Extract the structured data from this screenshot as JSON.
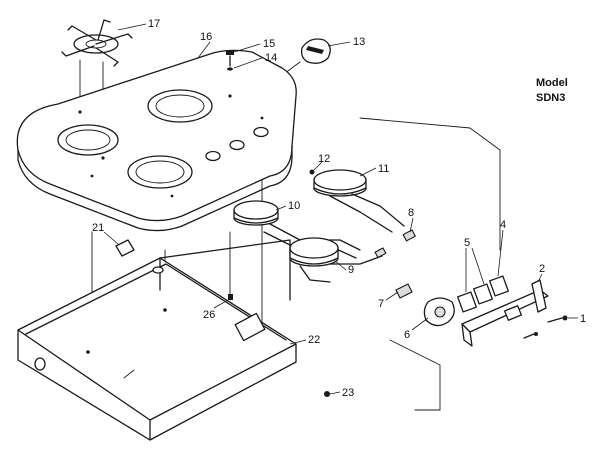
{
  "model": {
    "line1": "Model",
    "line2": "SDN3"
  },
  "callouts": {
    "c1": "1",
    "c2": "2",
    "c4": "4",
    "c5": "5",
    "c6": "6",
    "c7": "7",
    "c8": "8",
    "c9": "9",
    "c10": "10",
    "c11": "11",
    "c12": "12",
    "c13": "13",
    "c14": "14",
    "c15": "15",
    "c16": "16",
    "c17": "17",
    "c21": "21",
    "c22": "22",
    "c23": "23",
    "c26": "26"
  }
}
